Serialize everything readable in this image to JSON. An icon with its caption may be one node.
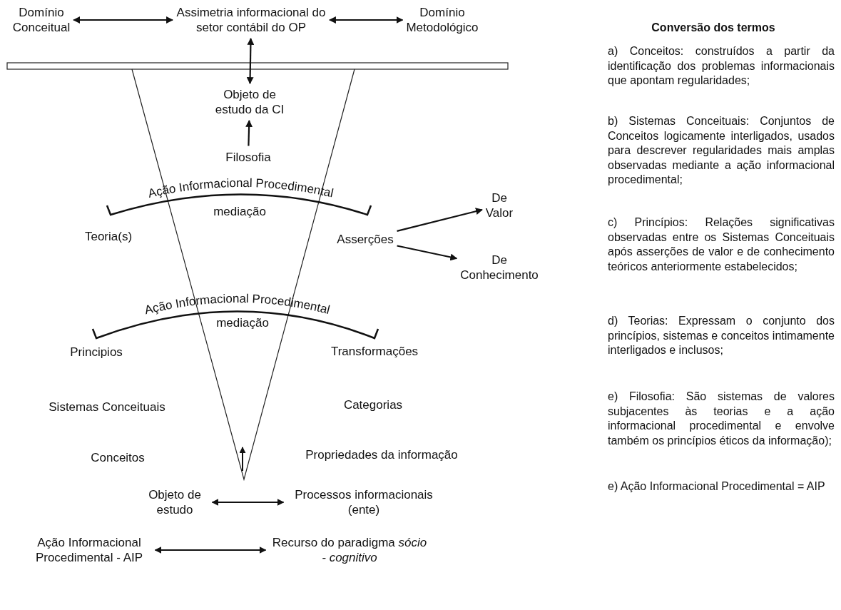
{
  "diagram": {
    "nodes": [
      {
        "text": [
          "Domínio Conceitual"
        ]
      },
      {
        "text": [
          "Assimetria informacional do setor contábil do OP"
        ]
      },
      {
        "text": [
          "Domínio Metodológico"
        ]
      },
      {
        "text": [
          "Objeto de estudo da CI"
        ]
      },
      {
        "text": [
          "Filosofia"
        ]
      },
      {
        "text": [
          "Asserções"
        ]
      },
      {
        "text": [
          "De Valor"
        ]
      },
      {
        "text": [
          "De Conhecimento"
        ]
      },
      {
        "text": [
          "Objeto de estudo"
        ]
      },
      {
        "text": [
          "Processos informacionais (ente)"
        ]
      },
      {
        "text": [
          "Ação Informacional Procedimental - AIP"
        ]
      },
      {
        "text": [
          "Recurso do paradigma *sócio - cognitivo*"
        ]
      }
    ],
    "edges": [
      {
        "from": 0,
        "to": 1,
        "arrow": "both"
      },
      {
        "from": 1,
        "to": 2,
        "arrow": "both"
      },
      {
        "from": 1,
        "to": 3,
        "arrow": "both"
      },
      {
        "from": 4,
        "to": 3,
        "arrow": "to"
      },
      {
        "from": 5,
        "to": 6,
        "arrow": "to"
      },
      {
        "from": 5,
        "to": 7,
        "arrow": "to"
      },
      {
        "from": 8,
        "to": 9,
        "arrow": "both"
      },
      {
        "from": 10,
        "to": 11,
        "arrow": "both"
      }
    ],
    "labels": [
      "Ação Informacional Procedimental",
      "mediação",
      "Teoria(s)",
      "Ação Informacional Procedimental",
      "mediação",
      "Principios",
      "Transformações",
      "Sistemas Conceituais",
      "Categorias",
      "Conceitos",
      "Propriedades da informação",
      "Conversão dos termos",
      "a) Conceitos: construídos a partir da identificação dos problemas informacionais que apontam regularidades;",
      "b) Sistemas Conceituais: Conjuntos de Conceitos logicamente interligados, usados para descrever regularidades mais amplas observadas mediante a ação informacional procedimental;",
      "c) Princípios: Relações significativas observadas entre os Sistemas Conceituais após asserções de valor e de conhecimento teóricos anteriormente estabelecidos;",
      "d) Teorias: Expressam o conjunto dos princípios, sistemas e conceitos intimamente interligados e inclusos;",
      "e) Filosofia: São sistemas de valores subjacentes às teorias e a ação informacional procedimental e envolve também os princípios éticos da informação);",
      "e) Ação Informacional Procedimental = AIP"
    ]
  }
}
